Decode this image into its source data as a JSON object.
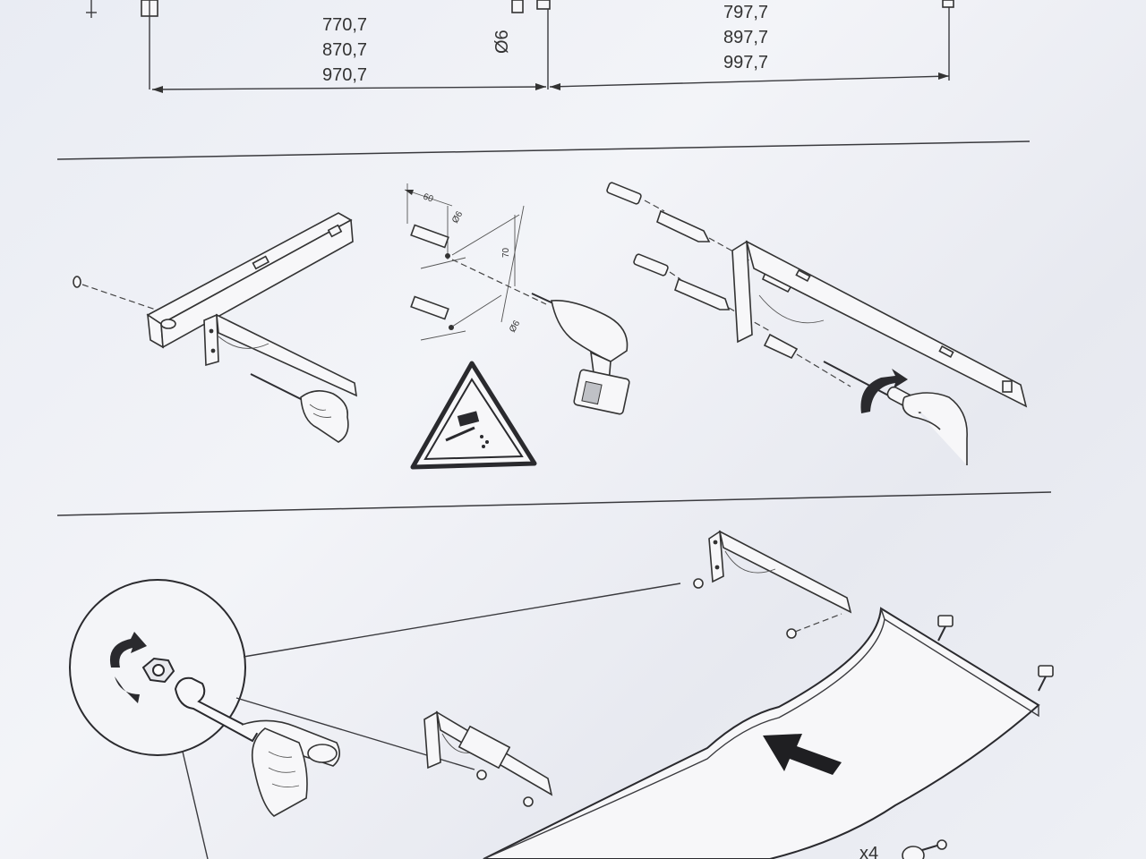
{
  "top_dimensions": {
    "left_column": [
      "770,7",
      "870,7",
      "970,7"
    ],
    "right_column": [
      "797,7",
      "897,7",
      "997,7"
    ],
    "hole_label": "Ø6"
  },
  "drill_detail": {
    "offset_label": "60",
    "spacing_label": "70",
    "hole_top_label": "Ø6",
    "hole_bottom_label": "Ø6"
  },
  "quantity_label": "x4",
  "icons": [
    "level-icon",
    "drill-icon",
    "warning-triangle-icon",
    "screwdriver-icon",
    "wrench-icon",
    "rotate-arrow-icon",
    "push-arrow-icon"
  ]
}
